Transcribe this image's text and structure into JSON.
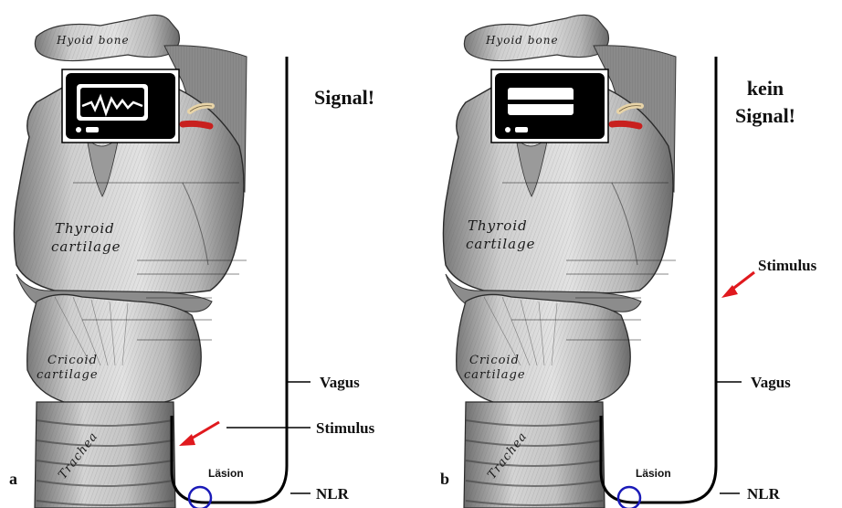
{
  "panels": [
    {
      "letter": "a",
      "signal_text_lines": [
        "Signal!"
      ],
      "monitor_state": "waveform",
      "vagus": "Vagus",
      "stimulus": "Stimulus",
      "lesion": "Läsion",
      "nlr": "NLR",
      "anatomy": {
        "hyoid": "Hyoid bone",
        "thyroid_1": "Thyroid",
        "thyroid_2": "cartilage",
        "cricoid_1": "Cricoid",
        "cricoid_2": "cartilage",
        "trachea": "Trachea"
      }
    },
    {
      "letter": "b",
      "signal_text_lines": [
        "kein",
        "Signal!"
      ],
      "monitor_state": "flat",
      "vagus": "Vagus",
      "stimulus": "Stimulus",
      "lesion": "Läsion",
      "nlr": "NLR",
      "anatomy": {
        "hyoid": "Hyoid bone",
        "thyroid_1": "Thyroid",
        "thyroid_2": "cartilage",
        "cricoid_1": "Cricoid",
        "cricoid_2": "cartilage",
        "trachea": "Trachea"
      }
    }
  ],
  "colors": {
    "arrow": "#e0191e",
    "lesion_circle": "#1a1ab8",
    "nerve": "#000000",
    "cartilage_light": "#d9d9d9",
    "cartilage_mid": "#a8a8a8",
    "cartilage_dark": "#5a5a5a",
    "red_vessel": "#c8201e",
    "tan_vessel": "#e8d4a8"
  }
}
